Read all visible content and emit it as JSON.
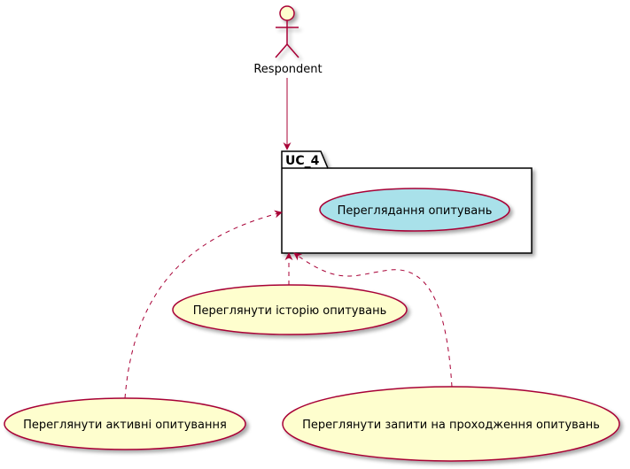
{
  "diagram": {
    "actor": {
      "label": "Respondent"
    },
    "package": {
      "label": "UC_4"
    },
    "usecases": {
      "inside": "Переглядання опитувань",
      "history": "Переглянути історію опитувань",
      "active": "Переглянути активні опитування",
      "requests": "Переглянути запити на проходження опитувань"
    },
    "colors": {
      "stroke": "#a80036",
      "usecase_fill": "#fefece",
      "inner_usecase_fill": "#a9e1ea",
      "actor_fill": "#fefece",
      "package_fill": "#ffffff"
    }
  }
}
